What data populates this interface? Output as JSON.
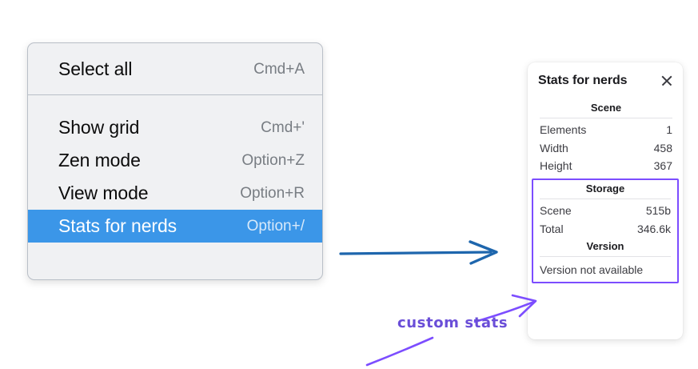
{
  "context_menu": {
    "name": "Context menu",
    "groups": [
      {
        "items": [
          {
            "label": "Select all",
            "shortcut": "Cmd+A",
            "selected": false
          }
        ]
      },
      {
        "items": [
          {
            "label": "Show grid",
            "shortcut": "Cmd+'",
            "selected": false
          },
          {
            "label": "Zen mode",
            "shortcut": "Option+Z",
            "selected": false
          },
          {
            "label": "View mode",
            "shortcut": "Option+R",
            "selected": false
          },
          {
            "label": "Stats for nerds",
            "shortcut": "Option+/",
            "selected": true
          }
        ]
      }
    ]
  },
  "stats_panel": {
    "title": "Stats for nerds",
    "close_label": "✕",
    "sections": [
      {
        "heading": "Scene",
        "rows": [
          {
            "key": "Elements",
            "value": "1"
          },
          {
            "key": "Width",
            "value": "458"
          },
          {
            "key": "Height",
            "value": "367"
          }
        ]
      },
      {
        "heading": "Storage",
        "rows": [
          {
            "key": "Scene",
            "value": "515b"
          },
          {
            "key": "Total",
            "value": "346.6k"
          }
        ]
      },
      {
        "heading": "Version",
        "single_value": "Version not available"
      }
    ]
  },
  "annotations": {
    "custom_stats_label": "custom stats",
    "blue_arrow_color": "#1e66ad",
    "purple_arrow_color": "#7c4dff",
    "highlight_box_color": "#7c4dff"
  },
  "colors": {
    "menu_background": "#f0f1f3",
    "menu_border": "#b9bfc7",
    "menu_selected": "#3b96e8",
    "panel_background": "#ffffff",
    "accent_purple": "#7c4dff",
    "accent_blue": "#1e66ad"
  }
}
